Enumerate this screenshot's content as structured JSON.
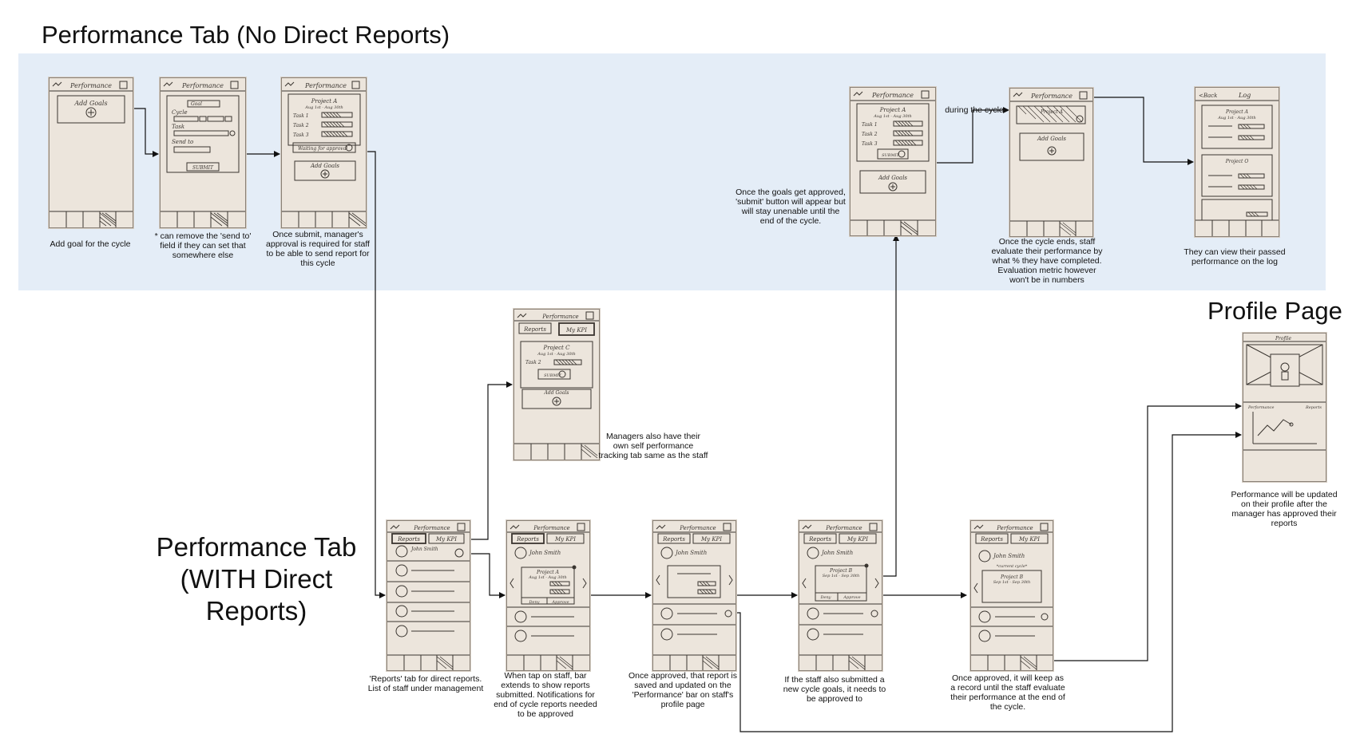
{
  "titles": {
    "no_direct": "Performance Tab (No Direct Reports)",
    "profile": "Profile Page",
    "with_direct": "Performance Tab (WITH Direct Reports)"
  },
  "captions": {
    "c1": "Add goal for the cycle",
    "c2": "* can remove the 'send to' field if they can set that somewhere else",
    "c3": "Once submit, manager's approval is required for staff to be able to send report for this cycle",
    "c4": "Once the goals get approved, 'submit' button will appear but will stay unenable until the end of the cycle.",
    "c5": "during the cycle",
    "c6": "Once the cycle ends, staff evaluate their performance by what % they have completed. Evaluation metric however won't be in numbers",
    "c7": "They can view their passed performance on the log",
    "c8": "Managers also have their own self performance tracking tab same as the staff",
    "c9": "Performance will be updated on their profile after the manager has approved their reports",
    "c10": "'Reports' tab for direct reports. List of staff under management",
    "c11": "When tap on staff, bar extends to show reports submitted. Notifications for end of cycle reports needed to be approved",
    "c12": "Once approved, that report is saved  and updated on the 'Performance' bar on staff's profile page",
    "c13": "If the staff also submitted a new cycle goals, it needs to be approved to",
    "c14": "Once approved, it will keep as a record until the staff evaluate their performance at the end of the cycle."
  },
  "sketch_text": {
    "performance": "Performance",
    "add_goals": "Add Goals",
    "goal": "Goal",
    "cycle": "Cycle",
    "task": "Task",
    "send_to": "Send to",
    "submit": "SUBMIT",
    "project_a": "Project A",
    "project_b": "Project B",
    "project_c": "Project C",
    "project_o": "Project O",
    "aug_range": "Aug 1st - Aug 30th",
    "sep_range": "Sep 1st - Sep 30th",
    "task1": "Task 1",
    "task2": "Task 2",
    "task3": "Task 3",
    "waiting": "Waiting for approval",
    "back": "<Back",
    "log": "Log",
    "reports": "Reports",
    "my_kpi": "My KPI",
    "john_smith": "John Smith",
    "deny": "Deny",
    "approve": "Approve",
    "current_cycle": "*current cycle*",
    "profile": "Profile",
    "performance_label": "Performance"
  },
  "colors": {
    "band": "#e4edf7",
    "paper": "#ece5dc",
    "pencil": "#3a3530",
    "connector": "#111111"
  }
}
